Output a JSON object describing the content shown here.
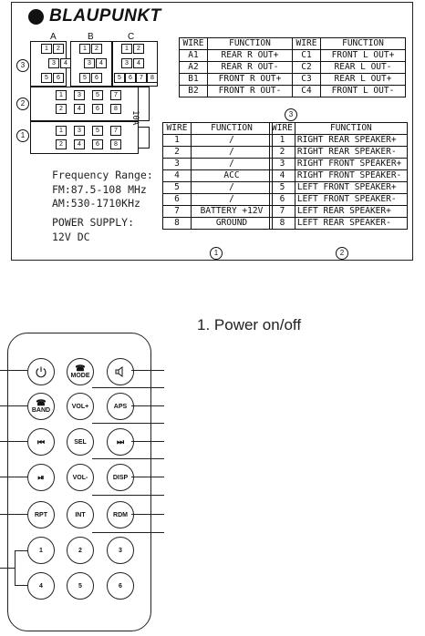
{
  "brand": "BLAUPUNKT",
  "connector": {
    "block_letters": [
      "A",
      "B",
      "C"
    ],
    "marker_3": "3",
    "marker_2": "2",
    "marker_1": "1",
    "fuse_label": "10A",
    "block_a_pins_top": [
      "1",
      "2"
    ],
    "block_a_pins_mid": [
      "3",
      "4"
    ],
    "block_a_pins_bot": [
      "5",
      "6"
    ],
    "block_b_pins_top": [
      "1",
      "2"
    ],
    "block_b_pins_mid": [
      "3",
      "4"
    ],
    "block_b_pins_bot": [
      "5",
      "6"
    ],
    "block_c_pins_top": [
      "1",
      "2"
    ],
    "block_c_pins_mid": [
      "3",
      "4"
    ],
    "block_c_pins_bot": [
      "5",
      "6",
      "7",
      "8"
    ],
    "conn2_row1": [
      "1",
      "3",
      "5",
      "7"
    ],
    "conn2_row2": [
      "2",
      "4",
      "6",
      "8"
    ],
    "conn1_row1": [
      "1",
      "3",
      "5",
      "7"
    ],
    "conn1_row2": [
      "2",
      "4",
      "6",
      "8"
    ]
  },
  "info": {
    "line1": "Frequency Range:",
    "line2": "FM:87.5-108 MHz",
    "line3": "AM:530-1710KHz",
    "line4": "POWER SUPPLY:",
    "line5": "12V DC"
  },
  "table3": {
    "header": [
      "WIRE",
      "FUNCTION",
      "WIRE",
      "FUNCTION"
    ],
    "rows": [
      [
        "A1",
        "REAR R OUT+",
        "C1",
        "FRONT L OUT+"
      ],
      [
        "A2",
        "REAR R OUT-",
        "C2",
        "REAR L OUT-"
      ],
      [
        "B1",
        "FRONT R OUT+",
        "C3",
        "REAR L OUT+"
      ],
      [
        "B2",
        "FRONT R OUT-",
        "C4",
        "FRONT L OUT-"
      ]
    ],
    "marker": "3"
  },
  "table1": {
    "header": [
      "WIRE",
      "FUNCTION"
    ],
    "rows": [
      [
        "1",
        "/"
      ],
      [
        "2",
        "/"
      ],
      [
        "3",
        "/"
      ],
      [
        "4",
        "ACC"
      ],
      [
        "5",
        "/"
      ],
      [
        "6",
        "/"
      ],
      [
        "7",
        "BATTERY +12V"
      ],
      [
        "8",
        "GROUND"
      ]
    ],
    "marker": "1"
  },
  "table2": {
    "header": [
      "WIRE",
      "FUNCTION"
    ],
    "rows": [
      [
        "1",
        "RIGHT REAR SPEAKER+"
      ],
      [
        "2",
        "RIGHT REAR SPEAKER-"
      ],
      [
        "3",
        "RIGHT FRONT SPEAKER+"
      ],
      [
        "4",
        "RIGHT FRONT SPEAKER-"
      ],
      [
        "5",
        "LEFT FRONT SPEAKER+"
      ],
      [
        "6",
        "LEFT FRONT SPEAKER-"
      ],
      [
        "7",
        "LEFT REAR SPEAKER+"
      ],
      [
        "8",
        "LEFT REAR SPEAKER-"
      ]
    ],
    "marker": "2"
  },
  "remote": {
    "caption": "1. Power on/off",
    "buttons": {
      "power_icon": "power-icon",
      "mode": "MODE",
      "mute_icon": "speaker-icon",
      "band": "BAND",
      "vol_up": "VOL+",
      "aps": "APS",
      "prev": "⏮",
      "sel": "SEL",
      "next": "⏭",
      "play": "⏯",
      "vol_down": "VOL-",
      "disp": "DISP",
      "rpt": "RPT",
      "int": "INT",
      "rdm": "RDM",
      "n1": "1",
      "n2": "2",
      "n3": "3",
      "n4": "4",
      "n5": "5",
      "n6": "6"
    }
  }
}
